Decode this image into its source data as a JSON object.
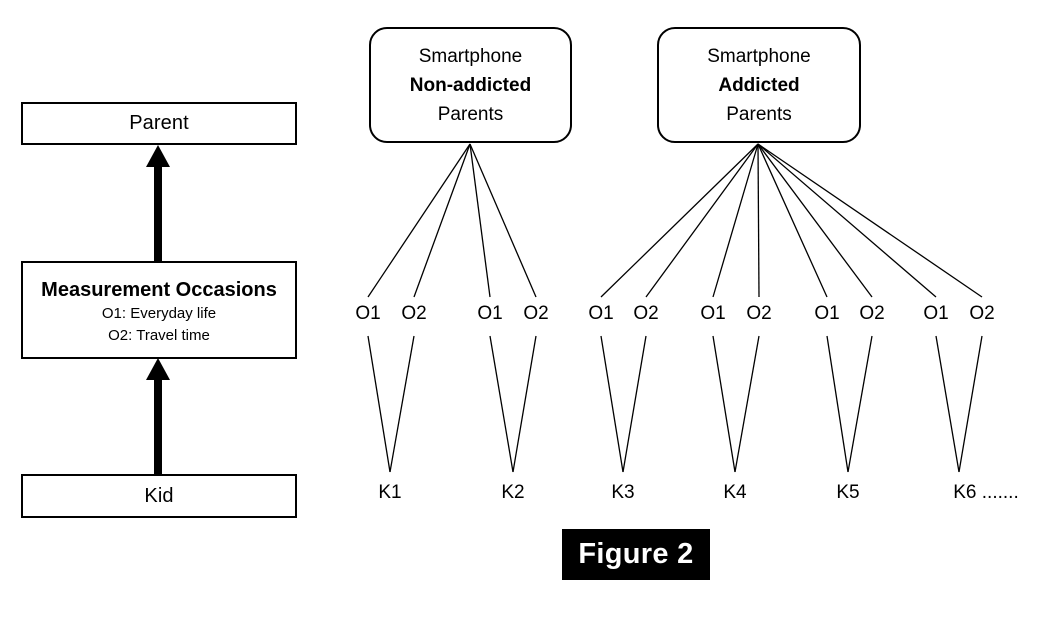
{
  "figure": {
    "caption": "Figure 2"
  },
  "left_panel": {
    "parent_box": {
      "label": "Parent"
    },
    "measurement_box": {
      "title": "Measurement Occasions",
      "sub_lines": [
        "O1: Everyday life",
        "O2: Travel time"
      ]
    },
    "kid_box": {
      "label": "Kid"
    },
    "arrows": [
      {
        "name": "kid-to-measurement",
        "direction": "up"
      },
      {
        "name": "measurement-to-parent",
        "direction": "up"
      }
    ]
  },
  "right_panel": {
    "groups": [
      {
        "id": "non-addicted",
        "lines": [
          "Smartphone",
          "Non-addicted",
          "Parents"
        ],
        "bold_line_index": 1,
        "kids": [
          {
            "label": "K1",
            "occasions": [
              "O1",
              "O2"
            ]
          },
          {
            "label": "K2",
            "occasions": [
              "O1",
              "O2"
            ]
          }
        ]
      },
      {
        "id": "addicted",
        "lines": [
          "Smartphone",
          "Addicted",
          "Parents"
        ],
        "bold_line_index": 1,
        "kids": [
          {
            "label": "K3",
            "occasions": [
              "O1",
              "O2"
            ]
          },
          {
            "label": "K4",
            "occasions": [
              "O1",
              "O2"
            ]
          },
          {
            "label": "K5",
            "occasions": [
              "O1",
              "O2"
            ]
          },
          {
            "label": "K6 .......",
            "occasions": [
              "O1",
              "O2"
            ]
          }
        ]
      }
    ],
    "occasion_labels": {
      "nonaddicted": [
        "O1",
        "O2",
        "O1",
        "O2"
      ],
      "addicted": [
        "O1",
        "O2",
        "O1",
        "O2",
        "O1",
        "O2",
        "O1",
        "O2"
      ]
    },
    "kid_labels": [
      "K1",
      "K2",
      "K3",
      "K4",
      "K5",
      "K6 ......."
    ]
  },
  "colors": {
    "stroke": "#000000",
    "background": "#ffffff",
    "caption_background": "#000000",
    "caption_text": "#ffffff"
  }
}
